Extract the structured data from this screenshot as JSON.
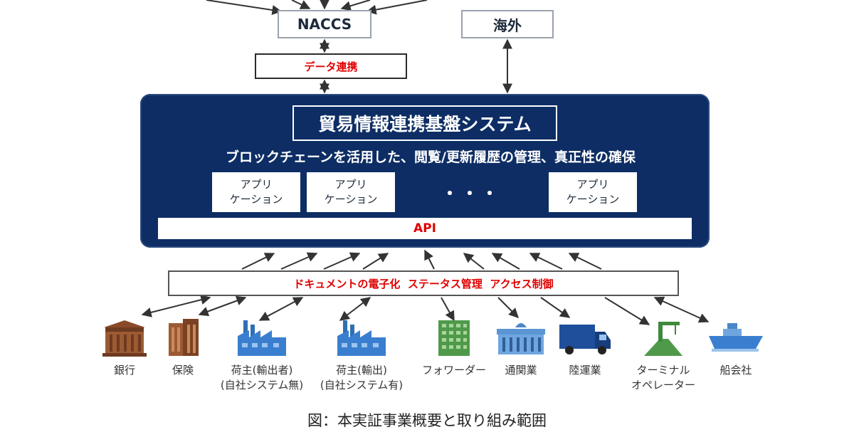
{
  "top": {
    "naccs": "NACCS",
    "overseas": "海外",
    "data_link": "データ連携"
  },
  "platform": {
    "title": "貿易情報連携基盤システム",
    "subtitle": "ブロックチェーンを活用した、閲覧/更新履歴の管理、真正性の確保",
    "apps": [
      {
        "line1": "アプリ",
        "line2": "ケーション"
      },
      {
        "line1": "アプリ",
        "line2": "ケーション"
      },
      {
        "line1": "アプリ",
        "line2": "ケーション"
      }
    ],
    "ellipsis": "・・・",
    "api": "API"
  },
  "features": "ドキュメントの電子化  ステータス管理  アクセス制御",
  "stakeholders": [
    {
      "label": "銀行",
      "icon": "bank-building-icon"
    },
    {
      "label": "保険",
      "icon": "insurance-building-icon"
    },
    {
      "label": "荷主(輸出者)\n(自社システム無)",
      "icon": "factory-icon"
    },
    {
      "label": "荷主(輸出)\n(自社システム有)",
      "icon": "factory-icon"
    },
    {
      "label": "フォワーダー",
      "icon": "office-building-icon"
    },
    {
      "label": "通関業",
      "icon": "customs-building-icon"
    },
    {
      "label": "陸運業",
      "icon": "truck-icon"
    },
    {
      "label": "ターミナル\nオペレーター",
      "icon": "crane-icon"
    },
    {
      "label": "船会社",
      "icon": "ship-icon"
    }
  ],
  "caption": "図：本実証事業概要と取り組み範囲",
  "colors": {
    "platform": "#0d2d64",
    "accent_red": "#e00000"
  }
}
